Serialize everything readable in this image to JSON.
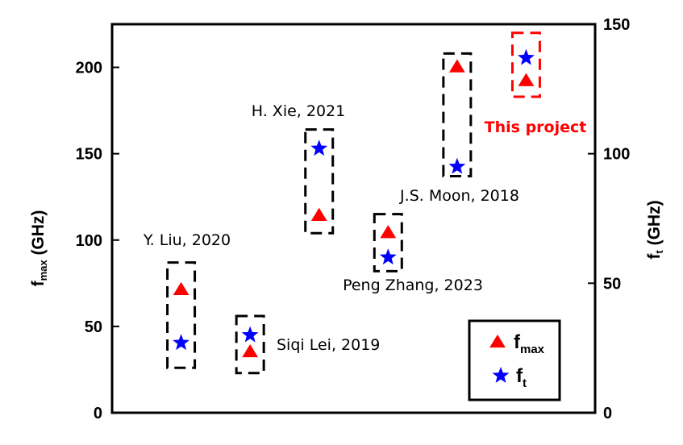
{
  "chart_data": {
    "type": "scatter",
    "left_axis": {
      "label_main": "f",
      "label_sub": "max",
      "label_unit": " (GHz)",
      "ylim": [
        0,
        225
      ],
      "ticks": [
        0,
        50,
        100,
        150,
        200
      ]
    },
    "right_axis": {
      "label_main": "f",
      "label_sub": "t",
      "label_unit": " (GHz)",
      "ylim": [
        0,
        150
      ],
      "ticks": [
        0,
        50,
        100,
        150
      ]
    },
    "xlim": [
      0,
      7
    ],
    "grid": false,
    "legend": {
      "placement": "bottom-right",
      "entries": [
        {
          "main": "f",
          "sub": "max",
          "marker": "triangle",
          "color": "#ff0000"
        },
        {
          "main": "f",
          "sub": "t",
          "marker": "star",
          "color": "#0000ff"
        }
      ]
    },
    "series": [
      {
        "marker": "triangle",
        "color": "#ff0000",
        "axis": "left",
        "points": [
          {
            "x": 1,
            "y": 71
          },
          {
            "x": 2,
            "y": 35
          },
          {
            "x": 3,
            "y": 114
          },
          {
            "x": 4,
            "y": 104
          },
          {
            "x": 5,
            "y": 200
          },
          {
            "x": 6,
            "y": 192
          }
        ]
      },
      {
        "marker": "star",
        "color": "#0000ff",
        "axis": "right",
        "points": [
          {
            "x": 1,
            "y": 27
          },
          {
            "x": 2,
            "y": 30
          },
          {
            "x": 3,
            "y": 102
          },
          {
            "x": 4,
            "y": 60
          },
          {
            "x": 5,
            "y": 95
          },
          {
            "x": 6,
            "y": 137
          }
        ]
      }
    ],
    "groups": [
      {
        "x": 1,
        "label": "Y. Liu,  2020",
        "box_color": "#000000",
        "box_left_range": [
          26,
          87
        ]
      },
      {
        "x": 2,
        "label": "Siqi Lei,  2019",
        "box_color": "#000000",
        "box_left_range": [
          23,
          56
        ]
      },
      {
        "x": 3,
        "label": "H. Xie, 2021",
        "box_color": "#000000",
        "box_left_range": [
          104,
          164
        ]
      },
      {
        "x": 4,
        "label": "Peng Zhang, 2023",
        "box_color": "#000000",
        "box_left_range": [
          82,
          115
        ]
      },
      {
        "x": 5,
        "label": "J.S. Moon,  2018",
        "box_color": "#000000",
        "box_left_range": [
          137,
          208
        ]
      },
      {
        "x": 6,
        "label": "This project",
        "box_color": "#ff0000",
        "box_left_range": [
          183,
          220
        ]
      }
    ]
  }
}
